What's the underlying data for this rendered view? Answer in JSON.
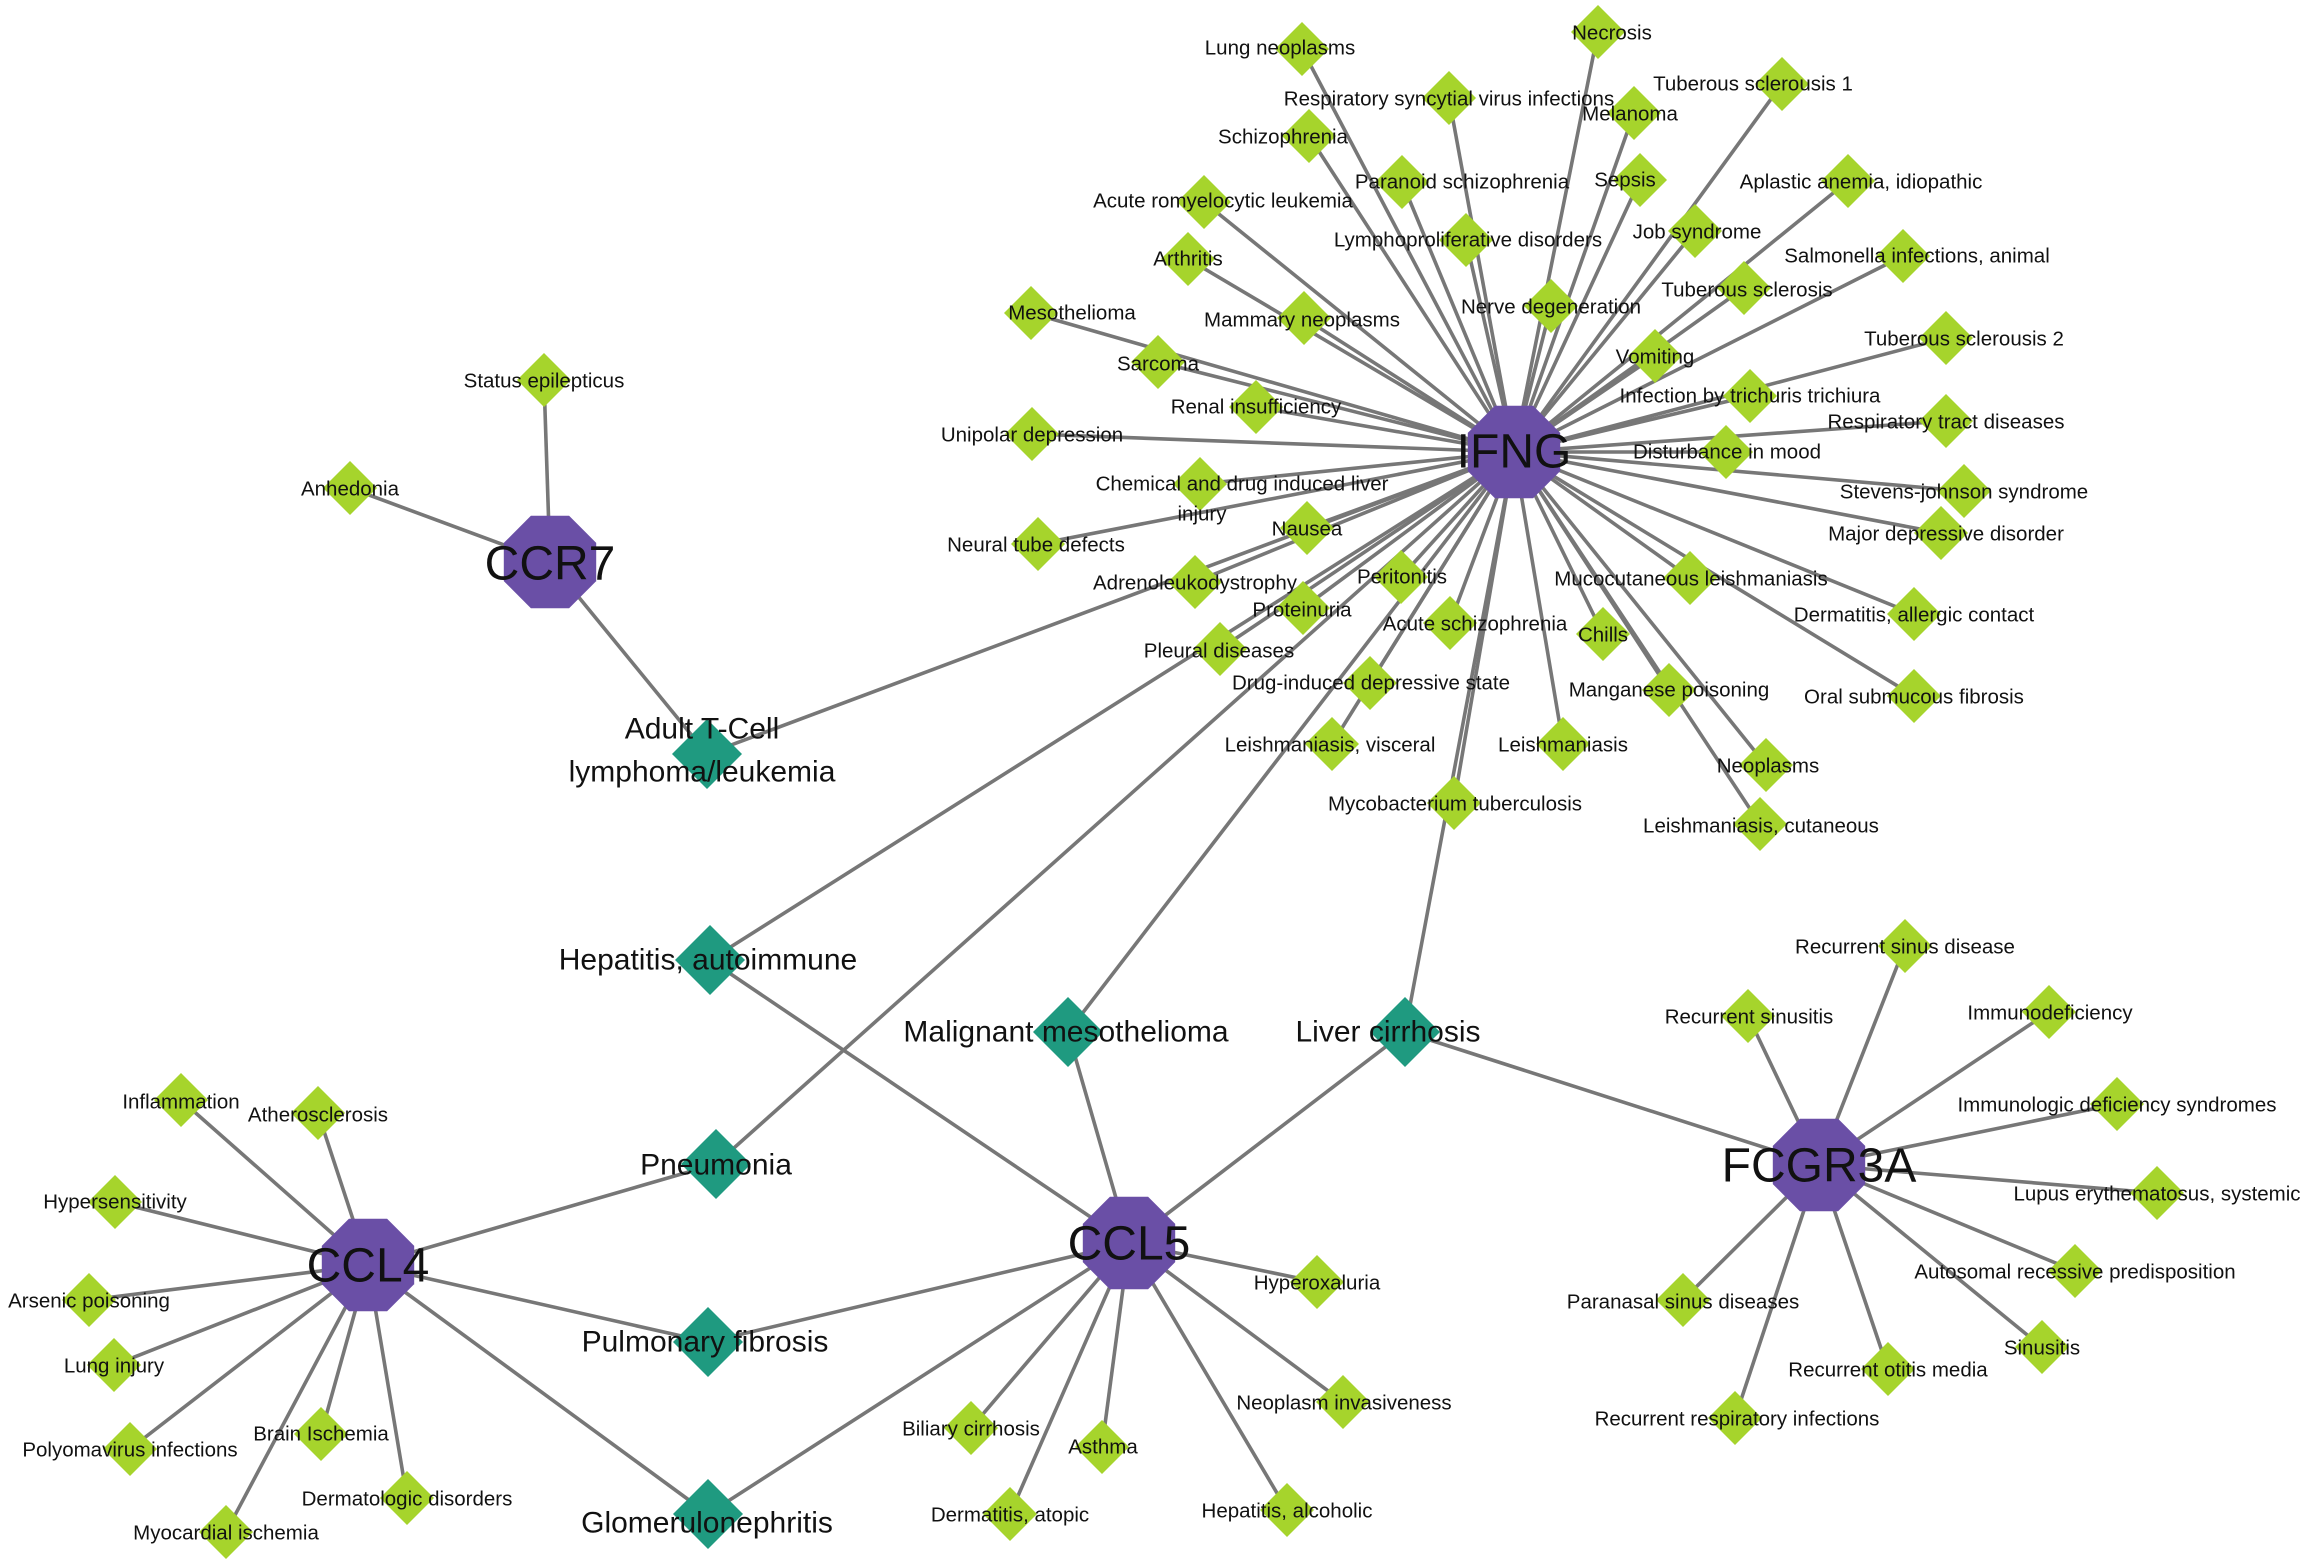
{
  "colors": {
    "gene": "#6a4fa6",
    "shared_disease": "#1f9a80",
    "disease": "#a6d42c",
    "edge": "#777777"
  },
  "genes": [
    {
      "id": "IFNG",
      "label": "IFNG"
    },
    {
      "id": "CCR7",
      "label": "CCR7"
    },
    {
      "id": "CCL4",
      "label": "CCL4"
    },
    {
      "id": "CCL5",
      "label": "CCL5"
    },
    {
      "id": "FCGR3A",
      "label": "FCGR3A"
    }
  ],
  "shared_diseases": [
    {
      "id": "atl",
      "lines": [
        "Adult T-Cell",
        "lymphoma/leukemia"
      ],
      "genes": [
        "CCR7",
        "IFNG"
      ]
    },
    {
      "id": "hep_auto",
      "lines": [
        "Hepatitis, autoimmune"
      ],
      "genes": [
        "IFNG",
        "CCL5"
      ]
    },
    {
      "id": "malig_meso",
      "lines": [
        "Malignant mesothelioma"
      ],
      "genes": [
        "IFNG",
        "CCL5"
      ]
    },
    {
      "id": "liver_cirr",
      "lines": [
        "Liver cirrhosis"
      ],
      "genes": [
        "IFNG",
        "CCL5",
        "FCGR3A"
      ]
    },
    {
      "id": "pneumonia",
      "lines": [
        "Pneumonia"
      ],
      "genes": [
        "IFNG",
        "CCL4"
      ]
    },
    {
      "id": "pulm_fib",
      "lines": [
        "Pulmonary fibrosis"
      ],
      "genes": [
        "CCL4",
        "CCL5"
      ]
    },
    {
      "id": "glomerulo",
      "lines": [
        "Glomerulonephritis"
      ],
      "genes": [
        "CCL4",
        "CCL5"
      ]
    }
  ],
  "diseases": [
    {
      "gene": "IFNG",
      "lines": [
        "Lung neoplasms"
      ]
    },
    {
      "gene": "IFNG",
      "lines": [
        "Necrosis"
      ]
    },
    {
      "gene": "IFNG",
      "lines": [
        "Tuberous sclerousis 1"
      ]
    },
    {
      "gene": "IFNG",
      "lines": [
        "Respiratory syncytial virus infections"
      ]
    },
    {
      "gene": "IFNG",
      "lines": [
        "Melanoma"
      ]
    },
    {
      "gene": "IFNG",
      "lines": [
        "Schizophrenia"
      ]
    },
    {
      "gene": "IFNG",
      "lines": [
        "Paranoid schizophrenia"
      ]
    },
    {
      "gene": "IFNG",
      "lines": [
        "Sepsis"
      ]
    },
    {
      "gene": "IFNG",
      "lines": [
        "Aplastic anemia, idiopathic"
      ]
    },
    {
      "gene": "IFNG",
      "lines": [
        "Acute romyelocytic leukemia"
      ]
    },
    {
      "gene": "IFNG",
      "lines": [
        "Lymphoproliferative disorders"
      ]
    },
    {
      "gene": "IFNG",
      "lines": [
        "Job syndrome"
      ]
    },
    {
      "gene": "IFNG",
      "lines": [
        "Arthritis"
      ]
    },
    {
      "gene": "IFNG",
      "lines": [
        "Salmonella infections, animal"
      ]
    },
    {
      "gene": "IFNG",
      "lines": [
        "Tuberous sclerosis"
      ]
    },
    {
      "gene": "IFNG",
      "lines": [
        "Nerve degeneration"
      ]
    },
    {
      "gene": "IFNG",
      "lines": [
        "Mesothelioma"
      ]
    },
    {
      "gene": "IFNG",
      "lines": [
        "Mammary neoplasms"
      ]
    },
    {
      "gene": "IFNG",
      "lines": [
        "Tuberous sclerousis 2"
      ]
    },
    {
      "gene": "IFNG",
      "lines": [
        "Vomiting"
      ]
    },
    {
      "gene": "IFNG",
      "lines": [
        "Sarcoma"
      ]
    },
    {
      "gene": "IFNG",
      "lines": [
        "Infection by trichuris trichiura"
      ]
    },
    {
      "gene": "IFNG",
      "lines": [
        "Renal insufficiency"
      ]
    },
    {
      "gene": "IFNG",
      "lines": [
        "Respiratory tract diseases"
      ]
    },
    {
      "gene": "IFNG",
      "lines": [
        "Unipolar depression"
      ]
    },
    {
      "gene": "IFNG",
      "lines": [
        "Disturbance in mood"
      ]
    },
    {
      "gene": "IFNG",
      "lines": [
        "Chemical and drug induced liver",
        "injury"
      ]
    },
    {
      "gene": "IFNG",
      "lines": [
        "Stevens-johnson syndrome"
      ]
    },
    {
      "gene": "IFNG",
      "lines": [
        "Nausea"
      ]
    },
    {
      "gene": "IFNG",
      "lines": [
        "Major depressive disorder"
      ]
    },
    {
      "gene": "IFNG",
      "lines": [
        "Neural tube defects"
      ]
    },
    {
      "gene": "IFNG",
      "lines": [
        "Peritonitis"
      ]
    },
    {
      "gene": "IFNG",
      "lines": [
        "Mucocutaneous leishmaniasis"
      ]
    },
    {
      "gene": "IFNG",
      "lines": [
        "Adrenoleukodystrophy"
      ]
    },
    {
      "gene": "IFNG",
      "lines": [
        "Proteinuria"
      ]
    },
    {
      "gene": "IFNG",
      "lines": [
        "Dermatitis, allergic contact"
      ]
    },
    {
      "gene": "IFNG",
      "lines": [
        "Acute schizophrenia"
      ]
    },
    {
      "gene": "IFNG",
      "lines": [
        "Chills"
      ]
    },
    {
      "gene": "IFNG",
      "lines": [
        "Pleural diseases"
      ]
    },
    {
      "gene": "IFNG",
      "lines": [
        "Drug-induced depressive state"
      ]
    },
    {
      "gene": "IFNG",
      "lines": [
        "Manganese poisoning"
      ]
    },
    {
      "gene": "IFNG",
      "lines": [
        "Oral submucous fibrosis"
      ]
    },
    {
      "gene": "IFNG",
      "lines": [
        "Leishmaniasis, visceral"
      ]
    },
    {
      "gene": "IFNG",
      "lines": [
        "Leishmaniasis"
      ]
    },
    {
      "gene": "IFNG",
      "lines": [
        "Neoplasms"
      ]
    },
    {
      "gene": "IFNG",
      "lines": [
        "Mycobacterium tuberculosis"
      ]
    },
    {
      "gene": "IFNG",
      "lines": [
        "Leishmaniasis, cutaneous"
      ]
    },
    {
      "gene": "CCR7",
      "lines": [
        "Status epilepticus"
      ]
    },
    {
      "gene": "CCR7",
      "lines": [
        "Anhedonia"
      ]
    },
    {
      "gene": "CCL4",
      "lines": [
        "Inflammation"
      ]
    },
    {
      "gene": "CCL4",
      "lines": [
        "Atherosclerosis"
      ]
    },
    {
      "gene": "CCL4",
      "lines": [
        "Hypersensitivity"
      ]
    },
    {
      "gene": "CCL4",
      "lines": [
        "Arsenic poisoning"
      ]
    },
    {
      "gene": "CCL4",
      "lines": [
        "Lung injury"
      ]
    },
    {
      "gene": "CCL4",
      "lines": [
        "Polyomavirus infections"
      ]
    },
    {
      "gene": "CCL4",
      "lines": [
        "Brain Ischemia"
      ]
    },
    {
      "gene": "CCL4",
      "lines": [
        "Dermatologic disorders"
      ]
    },
    {
      "gene": "CCL4",
      "lines": [
        "Myocardial ischemia"
      ]
    },
    {
      "gene": "CCL5",
      "lines": [
        "Hyperoxaluria"
      ]
    },
    {
      "gene": "CCL5",
      "lines": [
        "Neoplasm invasiveness"
      ]
    },
    {
      "gene": "CCL5",
      "lines": [
        "Biliary cirrhosis"
      ]
    },
    {
      "gene": "CCL5",
      "lines": [
        "Asthma"
      ]
    },
    {
      "gene": "CCL5",
      "lines": [
        "Dermatitis, atopic"
      ]
    },
    {
      "gene": "CCL5",
      "lines": [
        "Hepatitis, alcoholic"
      ]
    },
    {
      "gene": "FCGR3A",
      "lines": [
        "Recurrent sinus disease"
      ]
    },
    {
      "gene": "FCGR3A",
      "lines": [
        "Recurrent sinusitis"
      ]
    },
    {
      "gene": "FCGR3A",
      "lines": [
        "Immunodeficiency"
      ]
    },
    {
      "gene": "FCGR3A",
      "lines": [
        "Immunologic deficiency syndromes"
      ]
    },
    {
      "gene": "FCGR3A",
      "lines": [
        "Lupus erythematosus, systemic"
      ]
    },
    {
      "gene": "FCGR3A",
      "lines": [
        "Autosomal recessive predisposition"
      ]
    },
    {
      "gene": "FCGR3A",
      "lines": [
        "Paranasal sinus diseases"
      ]
    },
    {
      "gene": "FCGR3A",
      "lines": [
        "Sinusitis"
      ]
    },
    {
      "gene": "FCGR3A",
      "lines": [
        "Recurrent otitis media"
      ]
    },
    {
      "gene": "FCGR3A",
      "lines": [
        "Recurrent respiratory infections"
      ]
    }
  ]
}
